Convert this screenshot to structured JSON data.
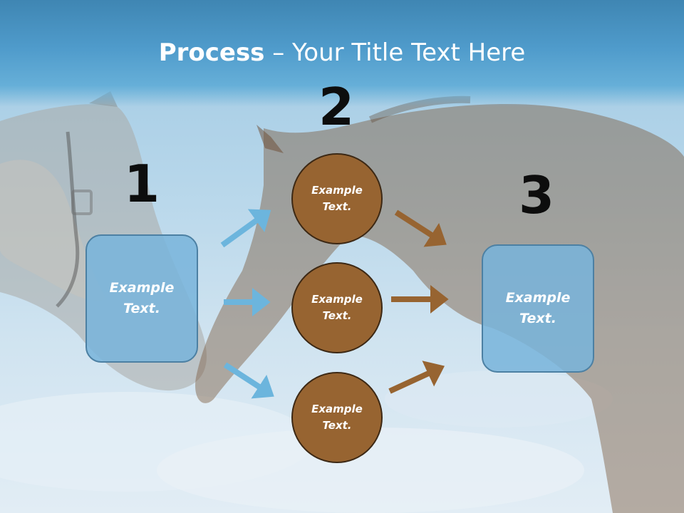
{
  "slide": {
    "title_bold": "Process",
    "title_rest": " – Your Title Text Here"
  },
  "steps": [
    {
      "number": "1",
      "text": "Example Text."
    },
    {
      "number": "2",
      "items": [
        "Example Text.",
        "Example Text.",
        "Example Text."
      ]
    },
    {
      "number": "3",
      "text": "Example Text."
    }
  ],
  "colors": {
    "title_bar": "#4f9bcb",
    "box_fill": "#78b4da",
    "circle_fill": "#976431",
    "arrow_blue": "#6cb5dd",
    "arrow_brown": "#976431"
  }
}
